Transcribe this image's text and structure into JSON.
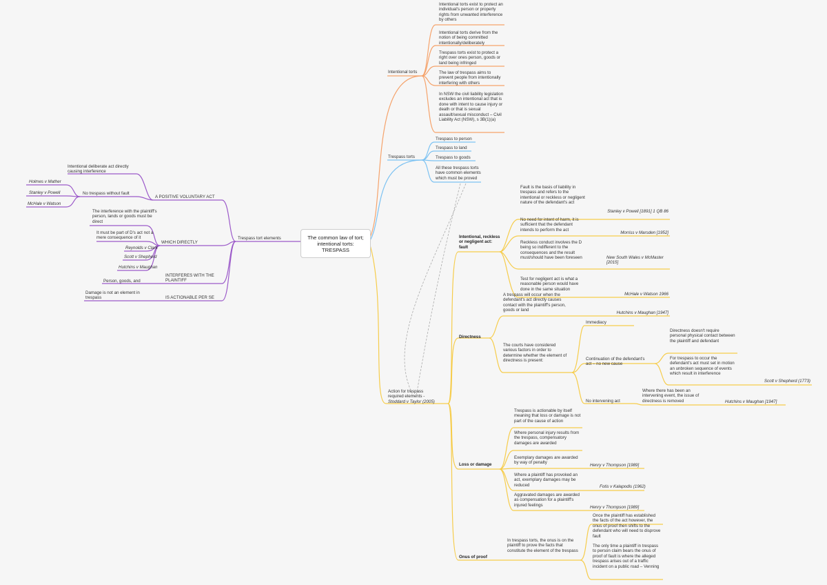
{
  "colors": {
    "orange": "#f5a26a",
    "blue": "#7cc2f2",
    "purple": "#9b59c9",
    "yellow": "#f6cc4a",
    "dashed": "#aaaaaa"
  },
  "root": {
    "line1": "The common law of tort;",
    "line2": "intentional torts:",
    "line3": "TRESPASS"
  },
  "intentional": {
    "label": "Intentional torts",
    "items": [
      "Intentional torts exist to protect an individual's person or property rights from unwanted interference by others",
      "Intentional torts derive from the notion of being committed intentionally/deliberately",
      "Trespass torts exist to protect a right over ones person, goods or land being infringed",
      "The law of trespass aims to prevent people from intentionally interfering with others",
      "In NSW the civil liability legislation excludes an intentional act that is done with intent to cause injury or death or that is sexual assault/sexual misconduct – Civil Liability Act (NSW), s 3B(1)(a)"
    ]
  },
  "trespass_torts": {
    "label": "Trespass torts",
    "items": [
      "Trespass to person",
      "Trespass to land",
      "Trespass to goods",
      "All these trespass torts have common elements which must be proved"
    ]
  },
  "elements": {
    "label": "Trespass tort elements",
    "positive": "A POSITIVE VOLUNTARY ACT",
    "positive_note": "Intentional deliberate act directly causing interference",
    "no_trespass": "No trespass without fault",
    "cases_left": [
      "Holmes v Mather",
      "Stanley v Powell",
      "McHale v Watson"
    ],
    "which_directly": "WHICH DIRECTLY",
    "direct_note1": "The interference with the plaintiff's person, lands or goods must be direct",
    "direct_note2": "It must be part of D's act not a mere consequence of it",
    "direct_cases": [
      "Reynolds v Clark",
      "Scott v Shepherd",
      "Hutchins v Maughan"
    ],
    "interferes": "INTERFERES WITH THE PLAINTIFF",
    "interferes_note": "Person, goods, and",
    "actionable": "IS ACTIONABLE PER SE",
    "actionable_note": "Damage is not an element in trespass"
  },
  "action": {
    "label_line1": "Action for trespass",
    "label_line2": "required elements -",
    "label_line3": "Stoddard v Taylor (2005)",
    "fault": {
      "label": "Intentional, reckless or negligent act: fault",
      "n1": "Fault is the basis of liability in trespass and refers to the intentional or reckless or negligent nature of the defendant's act",
      "c1": "Stanley v Powell [1891] 1 QB 86",
      "n2": "No need for intent of harm, it is sufficient that the defendant intends to perform the act",
      "c2": "Morriss v Marsden [1952]",
      "n3": "Reckless conduct involves the D being so indifferent to the consequences and the result must/should have been foreseen",
      "c3": "New South Wales v McMaster [2015]",
      "n4": "Test for negligent act is what a reasonable person would have done in the same situation",
      "c4": "McHale v Watson 1966"
    },
    "directness": {
      "label": "Directness",
      "n1": "A trespass will occur when the defendant's act directly causes contact with the plaintiff's person, goods or land",
      "c1": "Hutchins v Maughan [1947]",
      "n2": "The courts have considered various factors in order to determine whether the element of directness is present:",
      "immediacy": "Immediacy",
      "continuation": "Continuation of the defendant's act – no new cause",
      "cont_n1": "Directness doesn't require personal physical contact between the plaintiff and defendant",
      "cont_n2": "For trespass to occur the defendant's act must set in motion an unbroken sequence of events which result in interference",
      "cont_c": "Scott v Shepherd (1773)",
      "no_intervening": "No intervening act",
      "ni_note": "Where there has been an intervening event, the issue of directness is removed",
      "ni_case": "Hutchins v Maughan [1947]"
    },
    "loss": {
      "label": "Loss or damage",
      "n1": "Trespass is actionable by itself meaning that loss or damage is not part of the cause of action",
      "n2": "Where personal injury results from the trespass, compensatory damages are awarded",
      "n3": "Exemplary damages are awarded by way of penalty",
      "c3": "Henry v Thompson [1989]",
      "n4": "Where a plaintiff has provoked an act, exemplary damages may be reduced",
      "c4": "Fotis v Kalapodis (1962)",
      "n5": "Aggravated damages are awarded as compensation for a plaintiff's injured feelings",
      "c5": "Henry v Thompson [1989]"
    },
    "onus": {
      "label": "Onus of proof",
      "n1": "In trespass torts, the onus is on the plaintiff to prove the facts that constitute the element of the trespass",
      "n2": "Once the plaintiff has established the facts of the act however, the onus of proof then shifts to the defendant who will need to disprove fault",
      "n3": "The only time a plaintiff in trespass to person claim bears the onus of proof of fault is where the alleged trespass arises out of a traffic incident on a public road – Venning"
    }
  }
}
